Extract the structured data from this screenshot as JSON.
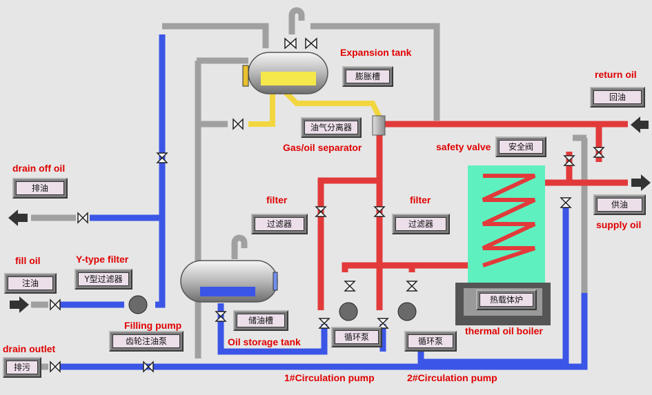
{
  "labels": {
    "expansion_tank": "Expansion tank",
    "gas_oil_separator": "Gas/oil separator",
    "safety_valve": "safety valve",
    "return_oil": "return oil",
    "supply_oil": "supply oil",
    "drain_off_oil": "drain off oil",
    "filter_left": "filter",
    "filter_right": "filter",
    "fill_oil": "fill oil",
    "y_type_filter": "Y-type filter",
    "filling_pump": "Filling pump",
    "oil_storage_tank": "Oil storage tank",
    "thermal_oil_boiler": "thermal oil boiler",
    "drain_outlet": "drain outlet",
    "circulation_pump_1": "1#Circulation pump",
    "circulation_pump_2": "2#Circulation pump"
  },
  "cn_labels": {
    "expansion_tank": "膨胀槽",
    "gas_oil_separator": "油气分离器",
    "safety_valve": "安全阀",
    "return_oil": "回油",
    "supply_oil": "供油",
    "drain_off_oil": "排油",
    "filter_left": "过滤器",
    "filter_right": "过滤器",
    "fill_oil": "注油",
    "y_type_filter": "Y型过滤器",
    "filling_pump": "齿轮注油泵",
    "oil_storage_tank": "储油槽",
    "boiler": "热载体炉",
    "circulation_pump_1": "循环泵",
    "circulation_pump_2": "循环泵",
    "drain_outlet": "排污"
  },
  "colors": {
    "background": "#e6e6e6",
    "hot_pipe": "#e23a3a",
    "cold_pipe": "#3b55e6",
    "gas_pipe": "#f2d640",
    "neutral_pipe": "#a6a6a6",
    "label_text": "#e00000",
    "boiler_fill": "#5ff0c0"
  }
}
